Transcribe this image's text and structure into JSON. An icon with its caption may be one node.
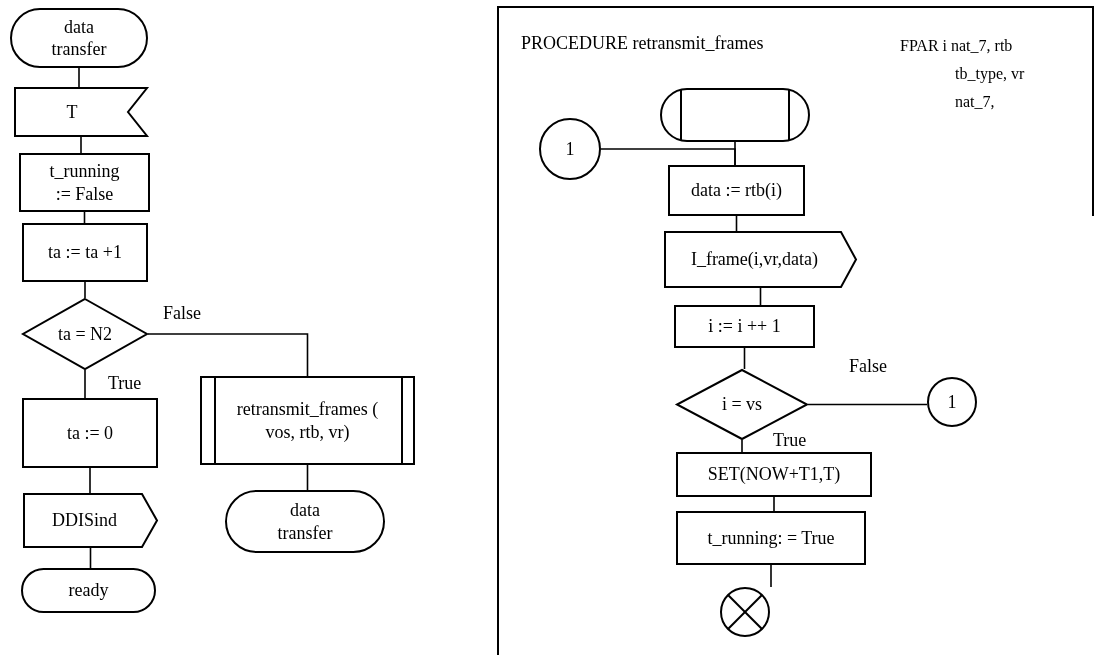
{
  "diagram": {
    "nodes": [
      {
        "text": [
          "data transfer"
        ]
      },
      {
        "text": [
          "T"
        ]
      },
      {
        "text": [
          "t_running := False"
        ]
      },
      {
        "text": [
          "ta := ta +1"
        ]
      },
      {
        "text": [
          "ta  = N2"
        ]
      },
      {
        "text": [
          "ta := 0"
        ]
      },
      {
        "text": [
          "DDISind"
        ]
      },
      {
        "text": [
          "ready"
        ]
      },
      {
        "text": [
          "retransmit_frames ( vos, rtb, vr)"
        ]
      },
      {
        "text": [
          "data transfer"
        ]
      },
      {
        "text": [
          "PROCEDURE retransmit_frames",
          "FPAR i nat_7, rtb tb_type, vr nat_7,"
        ]
      },
      {
        "text": [],
        "shape": "stadium",
        "in": 10
      },
      {
        "text": [
          "1"
        ],
        "in": 10
      },
      {
        "text": [
          "data := rtb(i)"
        ],
        "in": 10
      },
      {
        "text": [
          "I_frame(i,vr,data)"
        ],
        "in": 10
      },
      {
        "text": [
          "i := i ++ 1"
        ],
        "in": 10
      },
      {
        "text": [
          "i = vs"
        ],
        "in": 10
      },
      {
        "text": [
          "1"
        ],
        "in": 10
      },
      {
        "text": [
          "SET(NOW+T1,T)"
        ],
        "in": 10
      },
      {
        "text": [
          "t_running: = True"
        ],
        "in": 10
      },
      {
        "text": [],
        "shape": "circle",
        "in": 10
      }
    ],
    "edges": [
      {
        "from": 0,
        "to": 1,
        "arrow": "none"
      },
      {
        "from": 1,
        "to": 2,
        "arrow": "none"
      },
      {
        "from": 2,
        "to": 3,
        "arrow": "none"
      },
      {
        "from": 3,
        "to": 4,
        "arrow": "none"
      },
      {
        "from": 4,
        "to": 5,
        "arrow": "none",
        "label": "True"
      },
      {
        "from": 5,
        "to": 6,
        "arrow": "none"
      },
      {
        "from": 6,
        "to": 7,
        "arrow": "none"
      },
      {
        "from": 4,
        "to": 8,
        "arrow": "none",
        "label": "False"
      },
      {
        "from": 8,
        "to": 9,
        "arrow": "none"
      },
      {
        "from": 11,
        "to": 13,
        "arrow": "none"
      },
      {
        "from": 12,
        "to": 13,
        "arrow": "none"
      },
      {
        "from": 13,
        "to": 14,
        "arrow": "none"
      },
      {
        "from": 14,
        "to": 15,
        "arrow": "none"
      },
      {
        "from": 15,
        "to": 16,
        "arrow": "none"
      },
      {
        "from": 16,
        "to": 17,
        "arrow": "none",
        "label": "False"
      },
      {
        "from": 16,
        "to": 18,
        "arrow": "none",
        "label": "True"
      },
      {
        "from": 18,
        "to": 19,
        "arrow": "none"
      },
      {
        "from": 19,
        "to": 20,
        "arrow": "none"
      }
    ]
  }
}
